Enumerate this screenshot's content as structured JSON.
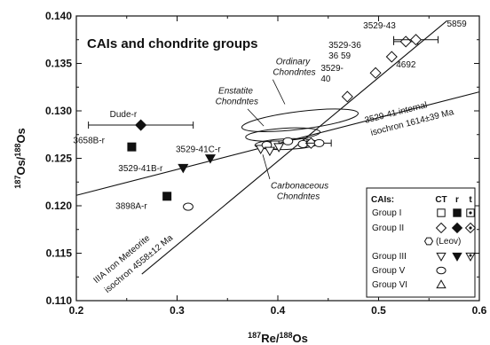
{
  "chart_data": {
    "type": "scatter",
    "title": "CAIs and chondrite groups",
    "xlabel": "187Re/188Os",
    "ylabel": "187Os/188Os",
    "xlim": [
      0.2,
      0.6
    ],
    "ylim": [
      0.11,
      0.14
    ],
    "x_ticks": [
      "0.2",
      "0.3",
      "0.4",
      "0.5",
      "0.6"
    ],
    "y_ticks": [
      "0.110",
      "0.115",
      "0.120",
      "0.125",
      "0.130",
      "0.135",
      "0.140"
    ],
    "points": [
      {
        "label": "Dude-r",
        "group": "Group II",
        "marker": "diamond-filled",
        "x": 0.264,
        "y": 0.1285,
        "xerr": 0.052
      },
      {
        "label": "3658B-r",
        "group": "Group I",
        "marker": "square-filled",
        "x": 0.255,
        "y": 0.1262
      },
      {
        "label": "3529-41C-r",
        "group": "Group III",
        "marker": "triangle-down-filled",
        "x": 0.333,
        "y": 0.125
      },
      {
        "label": "3529-41B-r",
        "group": "Group III",
        "marker": "triangle-down-filled",
        "x": 0.306,
        "y": 0.124
      },
      {
        "label": "3898A-r",
        "group": "Group I",
        "marker": "square-filled",
        "x": 0.29,
        "y": 0.121
      },
      {
        "label": "3529-43",
        "group": "Group II",
        "marker": "diamond-open",
        "x": 0.527,
        "y": 0.1373,
        "xerr": 0.012
      },
      {
        "label": "5859",
        "group": "Group II",
        "marker": "diamond-open",
        "x": 0.537,
        "y": 0.1375,
        "xerr": 0.022
      },
      {
        "label": "4692",
        "group": "Group II",
        "marker": "diamond-open",
        "x": 0.513,
        "y": 0.1357
      },
      {
        "label": "3529-36 59",
        "group": "Group II",
        "marker": "diamond-open",
        "x": 0.497,
        "y": 0.134
      },
      {
        "label": "3529-40",
        "group": "Group II",
        "marker": "diamond-open",
        "x": 0.469,
        "y": 0.1315
      },
      {
        "label": "",
        "group": "Group V",
        "marker": "circle-open",
        "x": 0.311,
        "y": 0.1199
      },
      {
        "label": "",
        "group": "Group V",
        "marker": "circle-open",
        "x": 0.41,
        "y": 0.1268
      },
      {
        "label": "",
        "group": "Group III",
        "marker": "triangle-down-open",
        "x": 0.383,
        "y": 0.126
      },
      {
        "label": "",
        "group": "Group I",
        "marker": "square-open",
        "x": 0.397,
        "y": 0.1264
      },
      {
        "label": "",
        "group": "Group V",
        "marker": "circle-open",
        "x": 0.389,
        "y": 0.1264
      },
      {
        "label": "",
        "group": "Group III",
        "marker": "triangle-down-open",
        "x": 0.401,
        "y": 0.1262
      },
      {
        "label": "",
        "group": "Group V",
        "marker": "circle-open",
        "x": 0.425,
        "y": 0.1265
      },
      {
        "label": "",
        "group": "Group II",
        "marker": "diamond-open",
        "x": 0.433,
        "y": 0.1266
      },
      {
        "label": "",
        "group": "Group V",
        "marker": "circle-open",
        "x": 0.441,
        "y": 0.1266,
        "xerr": 0.012
      },
      {
        "label": "",
        "group": "Group III",
        "marker": "triangle-down-open",
        "x": 0.392,
        "y": 0.1258
      }
    ],
    "lines": [
      {
        "name": "IIIA Iron Meteorite isochron 4558±12 Ma",
        "x": [
          0.265,
          0.568
        ],
        "y": [
          0.1128,
          0.1395
        ]
      },
      {
        "name": "3529-41 internal isochron 1614±39 Ma",
        "x": [
          0.2,
          0.6
        ],
        "y": [
          0.1211,
          0.132
        ]
      }
    ],
    "regions": [
      {
        "name": "Ordinary Chondrites"
      },
      {
        "name": "Enstatite Chondrites"
      },
      {
        "name": "Carbonaceous Chondrites"
      }
    ],
    "annotations": [
      {
        "text": "3529-41 internal",
        "x": 0.487,
        "y": 0.1287
      },
      {
        "text": "isochron 1614±39 Ma",
        "x": 0.493,
        "y": 0.1274
      },
      {
        "text": "IIIA Iron Meteorite",
        "x": 0.22,
        "y": 0.1118
      },
      {
        "text": "isochron 4558±12 Ma",
        "x": 0.231,
        "y": 0.1108
      },
      {
        "text": "Ordinary",
        "x": 0.398,
        "y": 0.1349
      },
      {
        "text": "Chondntes",
        "x": 0.395,
        "y": 0.1338
      },
      {
        "text": "Enstatite",
        "x": 0.341,
        "y": 0.1318
      },
      {
        "text": "Chondntes",
        "x": 0.338,
        "y": 0.1307
      },
      {
        "text": "Carbonaceous",
        "x": 0.393,
        "y": 0.1218
      },
      {
        "text": "Chondntes",
        "x": 0.399,
        "y": 0.1207
      }
    ],
    "legend": {
      "position": "bottom-right",
      "title": "CAIs:",
      "columns": [
        "CT",
        "r",
        "t"
      ],
      "rows": [
        {
          "name": "Group I",
          "markers": [
            "square-open",
            "square-filled",
            "square-dot"
          ]
        },
        {
          "name": "Group II",
          "markers": [
            "diamond-open",
            "diamond-filled",
            "diamond-dot"
          ]
        },
        {
          "name": "(Leov)",
          "markers": [
            "hexagon-open"
          ]
        },
        {
          "name": "Group III",
          "markers": [
            "triangle-down-open",
            "triangle-down-filled",
            "triangle-down-dot"
          ]
        },
        {
          "name": "Group V",
          "markers": [
            "circle-open"
          ]
        },
        {
          "name": "Group VI",
          "markers": [
            "triangle-up-open"
          ]
        }
      ]
    },
    "grid": false
  }
}
